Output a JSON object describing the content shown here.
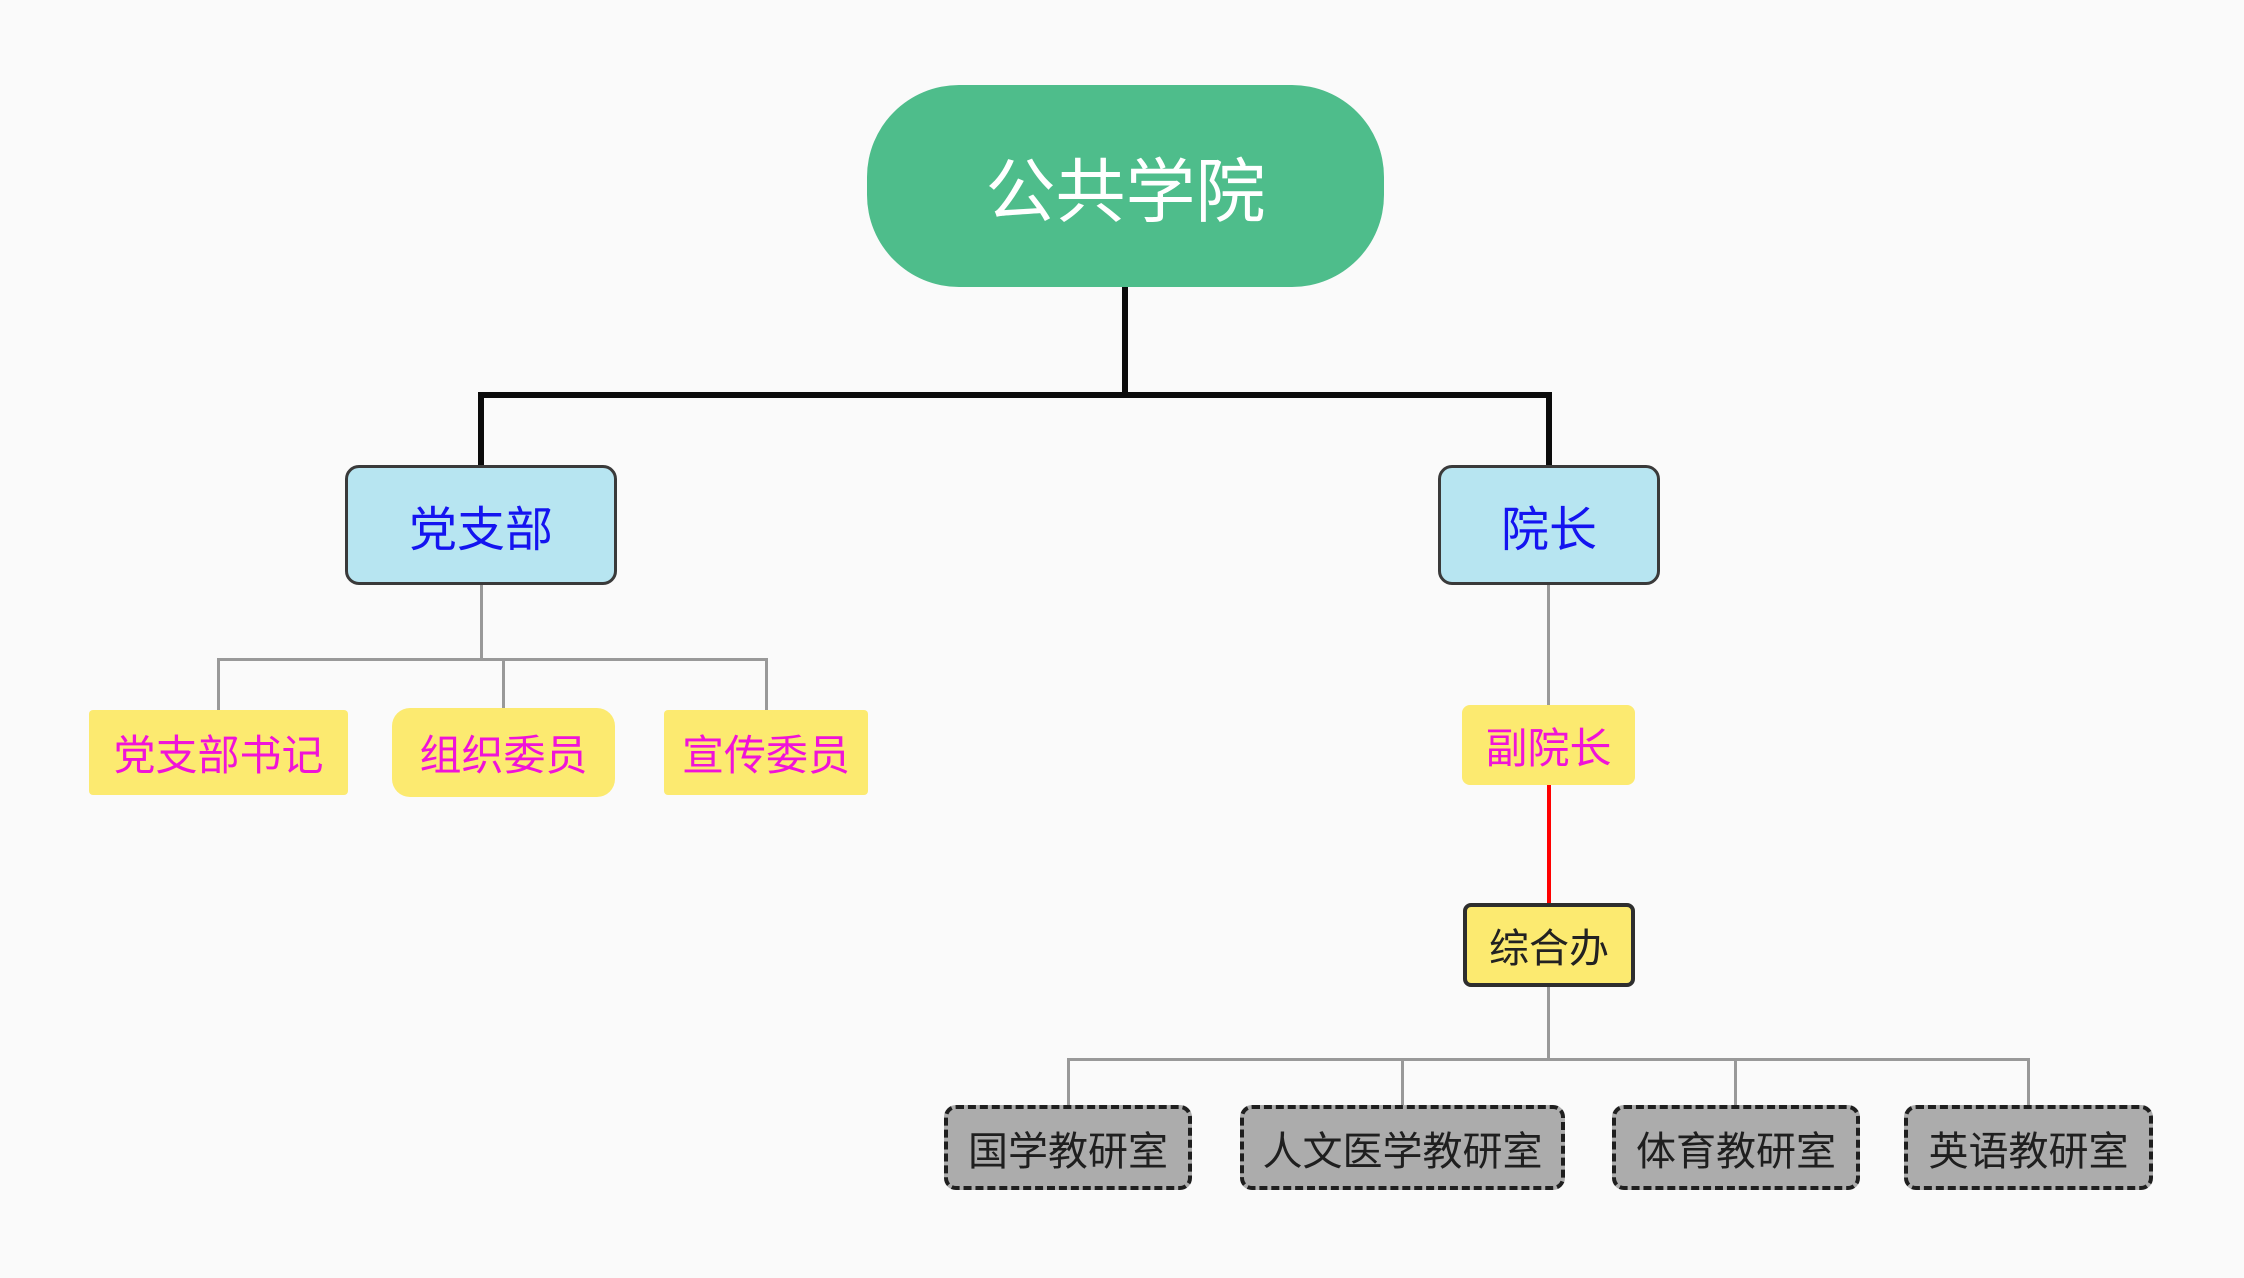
{
  "diagram": {
    "type": "org-chart",
    "title": "公共学院",
    "background_color": "#fafafa",
    "nodes": {
      "root": {
        "label": "公共学院",
        "fill": "#4ebd8b",
        "text_color": "#ffffff",
        "shape": "rounded-pill"
      },
      "party": {
        "label": "党支部",
        "fill": "#b7e5f1",
        "text_color": "#1414f0",
        "shape": "rounded-rect-bordered"
      },
      "dean": {
        "label": "院长",
        "fill": "#b7e5f1",
        "text_color": "#1414f0",
        "shape": "rounded-rect-bordered"
      },
      "secretary": {
        "label": "党支部书记",
        "fill": "#fcea70",
        "text_color": "#f013d8",
        "shape": "rect"
      },
      "org": {
        "label": "组织委员",
        "fill": "#fcea70",
        "text_color": "#f013d8",
        "shape": "rounded-rect"
      },
      "publicity": {
        "label": "宣传委员",
        "fill": "#fcea70",
        "text_color": "#f013d8",
        "shape": "rect"
      },
      "vice": {
        "label": "副院长",
        "fill": "#fcea70",
        "text_color": "#f013d8",
        "shape": "rounded-rect"
      },
      "admin": {
        "label": "综合办",
        "fill": "#fcea70",
        "text_color": "#222222",
        "shape": "rect-bordered"
      },
      "guoxue": {
        "label": "国学教研室",
        "fill": "#acacac",
        "text_color": "#1f1f1f",
        "shape": "dashed-rect"
      },
      "humed": {
        "label": "人文医学教研室",
        "fill": "#acacac",
        "text_color": "#1f1f1f",
        "shape": "dashed-rect"
      },
      "pe": {
        "label": "体育教研室",
        "fill": "#acacac",
        "text_color": "#1f1f1f",
        "shape": "dashed-rect"
      },
      "english": {
        "label": "英语教研室",
        "fill": "#acacac",
        "text_color": "#1f1f1f",
        "shape": "dashed-rect"
      }
    },
    "edges": [
      {
        "from": "root",
        "to": "party",
        "color_key": "primary"
      },
      {
        "from": "root",
        "to": "dean",
        "color_key": "primary"
      },
      {
        "from": "party",
        "to": "secretary",
        "color_key": "secondary"
      },
      {
        "from": "party",
        "to": "org",
        "color_key": "secondary"
      },
      {
        "from": "party",
        "to": "publicity",
        "color_key": "secondary"
      },
      {
        "from": "dean",
        "to": "vice",
        "color_key": "secondary"
      },
      {
        "from": "vice",
        "to": "admin",
        "color_key": "highlight"
      },
      {
        "from": "admin",
        "to": "guoxue",
        "color_key": "secondary"
      },
      {
        "from": "admin",
        "to": "humed",
        "color_key": "secondary"
      },
      {
        "from": "admin",
        "to": "pe",
        "color_key": "secondary"
      },
      {
        "from": "admin",
        "to": "english",
        "color_key": "secondary"
      }
    ],
    "connector_colors": {
      "primary": "#0b0b0b",
      "secondary": "#999999",
      "highlight": "#fe0000"
    }
  }
}
